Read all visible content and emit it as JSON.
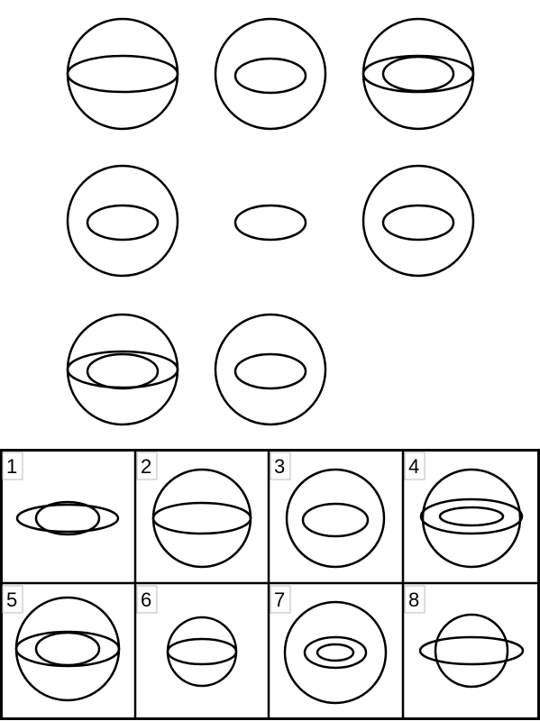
{
  "colors": {
    "stroke": "#000000",
    "background": "#ffffff"
  },
  "puzzle": {
    "cells": [
      {
        "position": "row-1-col-1",
        "figure": "sphere-with-equator"
      },
      {
        "position": "row-1-col-2",
        "figure": "sphere-with-inner-ellipse"
      },
      {
        "position": "row-1-col-3",
        "figure": "sphere-with-equator-and-inner-ellipse"
      },
      {
        "position": "row-2-col-1",
        "figure": "sphere-with-inner-ellipse"
      },
      {
        "position": "row-2-col-2",
        "figure": "ellipse-only"
      },
      {
        "position": "row-2-col-3",
        "figure": "sphere-with-inner-ellipse"
      },
      {
        "position": "row-3-col-1",
        "figure": "sphere-with-equator-and-inner-ellipse"
      },
      {
        "position": "row-3-col-2",
        "figure": "sphere-with-inner-ellipse"
      },
      {
        "position": "row-3-col-3",
        "figure": "missing"
      }
    ]
  },
  "answers": [
    {
      "label": "1",
      "figure": "equator-and-inner-ellipse-no-circle"
    },
    {
      "label": "2",
      "figure": "sphere-with-equator"
    },
    {
      "label": "3",
      "figure": "sphere-with-inner-ellipse"
    },
    {
      "label": "4",
      "figure": "sphere-with-equator-and-concentric-ellipse"
    },
    {
      "label": "5",
      "figure": "sphere-with-equator-and-inner-ellipse"
    },
    {
      "label": "6",
      "figure": "small-sphere-with-equator"
    },
    {
      "label": "7",
      "figure": "sphere-with-two-concentric-ellipses"
    },
    {
      "label": "8",
      "figure": "small-sphere-with-wide-equator"
    }
  ]
}
